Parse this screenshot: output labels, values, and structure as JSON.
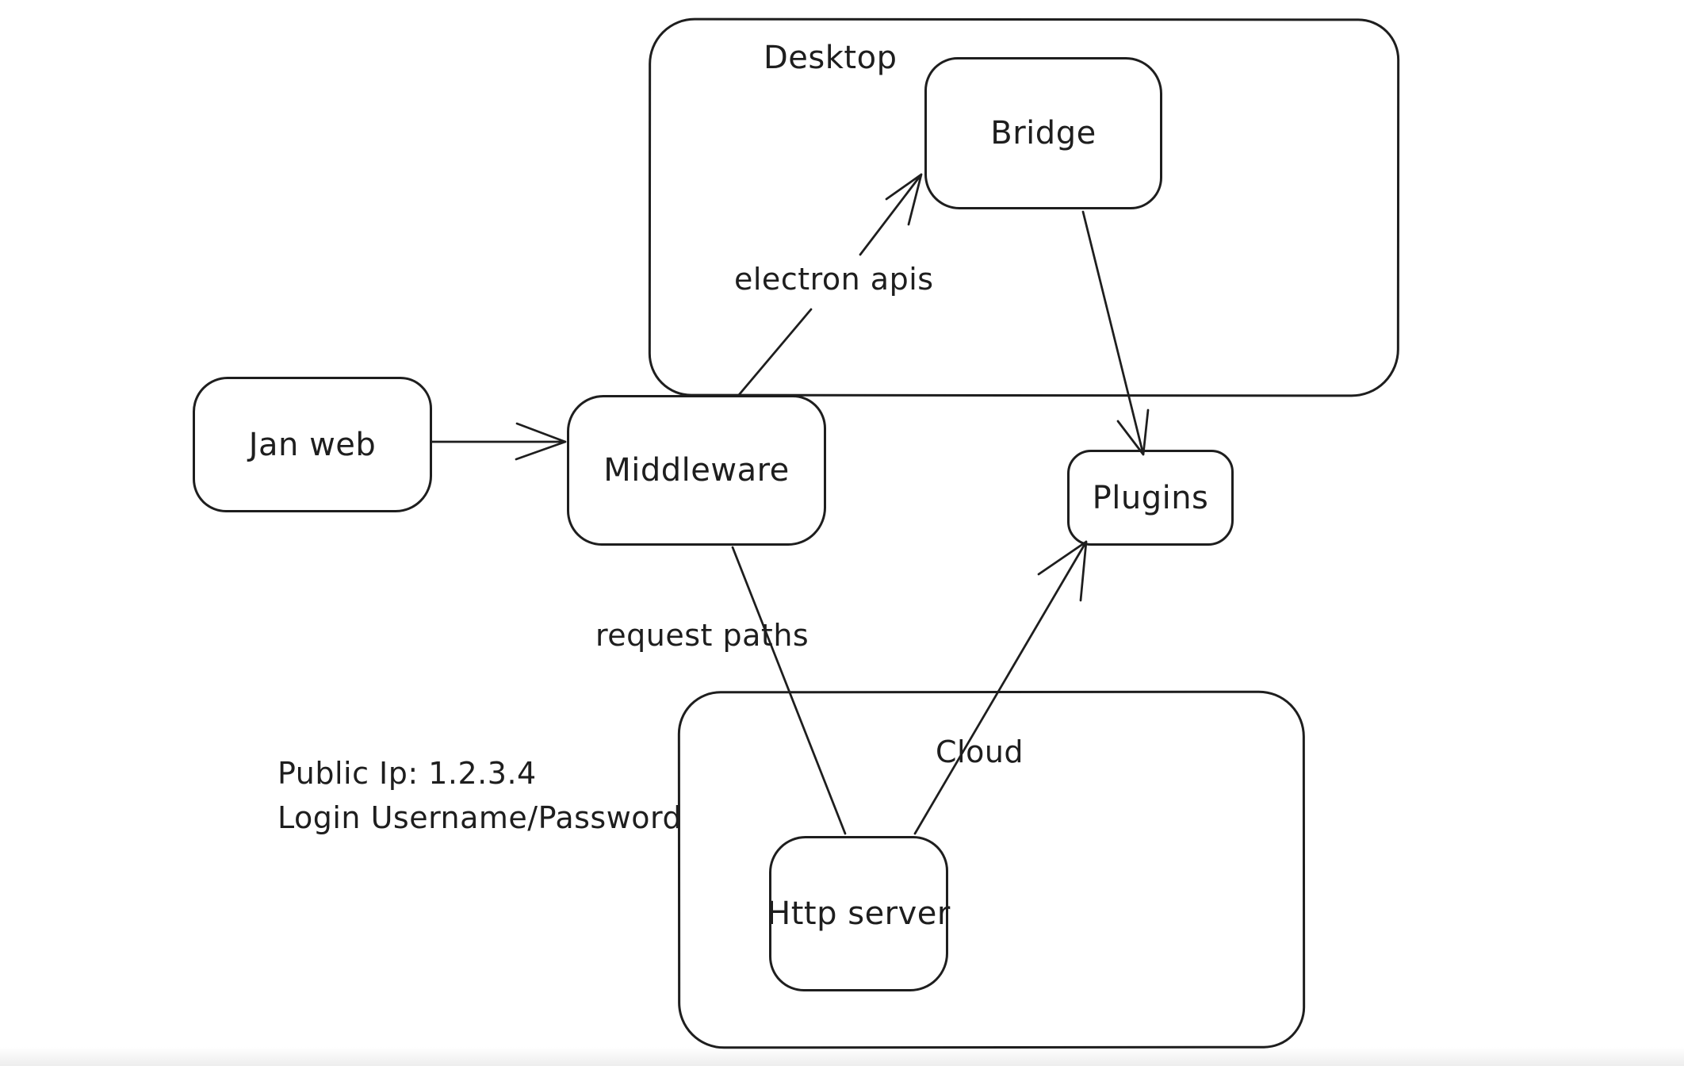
{
  "canvas": {
    "background": "#ffffff",
    "stroke_color": "#1e1e1e",
    "text_color": "#1e1e1e"
  },
  "containers": [
    {
      "id": "desktop",
      "label": "Desktop"
    },
    {
      "id": "cloud",
      "label": "Cloud"
    }
  ],
  "nodes": [
    {
      "id": "jan-web",
      "label": "Jan web",
      "parent": null
    },
    {
      "id": "middleware",
      "label": "Middleware",
      "parent": null
    },
    {
      "id": "bridge",
      "label": "Bridge",
      "parent": "desktop"
    },
    {
      "id": "plugins",
      "label": "Plugins",
      "parent": null
    },
    {
      "id": "http-server",
      "label": "Http server",
      "parent": "cloud"
    }
  ],
  "edges": [
    {
      "from": "jan-web",
      "to": "middleware",
      "label": "",
      "arrowhead": true
    },
    {
      "from": "middleware",
      "to": "bridge",
      "label": "electron apis",
      "arrowhead": true
    },
    {
      "from": "bridge",
      "to": "plugins",
      "label": "",
      "arrowhead": true
    },
    {
      "from": "middleware",
      "to": "http-server",
      "label": "request paths",
      "arrowhead": false
    },
    {
      "from": "http-server",
      "to": "plugins",
      "label": "",
      "arrowhead": true
    }
  ],
  "annotations": [
    {
      "text": "Public Ip: 1.2.3.4"
    },
    {
      "text": "Login Username/Password"
    }
  ]
}
